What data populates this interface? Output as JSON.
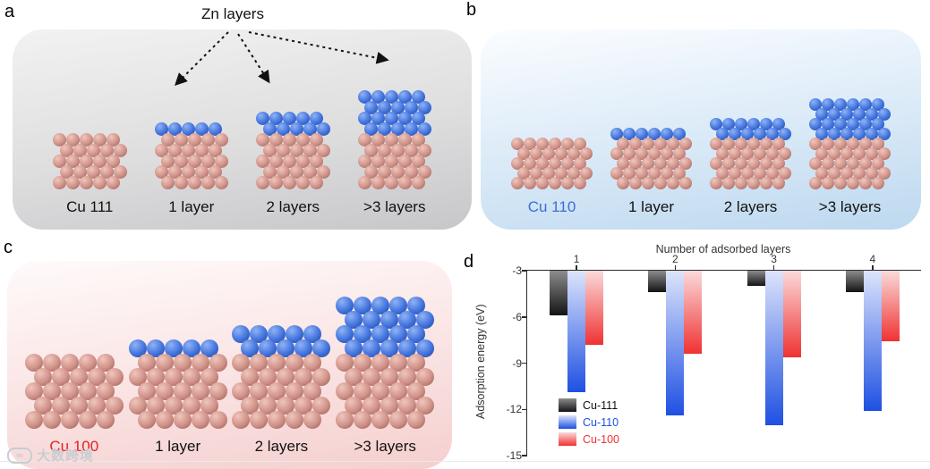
{
  "panels": {
    "a": {
      "letter": "a",
      "annotation": "Zn layers",
      "structures": [
        {
          "label": "Cu 111",
          "zn_rows": 0
        },
        {
          "label": "1 layer",
          "zn_rows": 1
        },
        {
          "label": "2 layers",
          "zn_rows": 2
        },
        {
          "label": ">3 layers",
          "zn_rows": 4
        }
      ],
      "surface_label_color": "#111111"
    },
    "b": {
      "letter": "b",
      "structures": [
        {
          "label": "Cu 110",
          "zn_rows": 0
        },
        {
          "label": "1 layer",
          "zn_rows": 1
        },
        {
          "label": "2 layers",
          "zn_rows": 2
        },
        {
          "label": ">3 layers",
          "zn_rows": 4
        }
      ],
      "surface_label_color": "#3b6fd6"
    },
    "c": {
      "letter": "c",
      "structures": [
        {
          "label": "Cu 100",
          "zn_rows": 0
        },
        {
          "label": "1 layer",
          "zn_rows": 1
        },
        {
          "label": "2 layers",
          "zn_rows": 2
        },
        {
          "label": ">3 layers",
          "zn_rows": 4
        }
      ],
      "surface_label_color": "#e32222"
    },
    "d": {
      "letter": "d"
    }
  },
  "chart_data": {
    "type": "bar",
    "axis_titles": {
      "top": "Number of adsorbed layers",
      "left": "Adsorption energy (eV)"
    },
    "categories": [
      "1",
      "2",
      "3",
      "4"
    ],
    "series": [
      {
        "name": "Cu-111",
        "values": [
          -5.9,
          -4.4,
          -4.0,
          -4.4
        ],
        "color": "#141414",
        "color_light": "#8c8c8c",
        "label_color": "#111111"
      },
      {
        "name": "Cu-110",
        "values": [
          -10.9,
          -12.4,
          -13.0,
          -12.1
        ],
        "color": "#1e50e2",
        "color_light": "#dde4fb",
        "label_color": "#1e50e2"
      },
      {
        "name": "Cu-100",
        "values": [
          -7.8,
          -8.4,
          -8.6,
          -7.6
        ],
        "color": "#f03232",
        "color_light": "#fadada",
        "label_color": "#f03232"
      }
    ],
    "ylim": [
      -15,
      -3
    ],
    "yticks": [
      -3,
      -6,
      -9,
      -12,
      -15
    ],
    "bar_base": -3,
    "legend_position": "bottom-left",
    "grid": false,
    "axis_position": "top-left"
  },
  "atom_colors": {
    "cu": "#c98a80",
    "zn": "#3a6fd8"
  },
  "watermark": {
    "icon": "infinity",
    "text": "大数跨境"
  }
}
